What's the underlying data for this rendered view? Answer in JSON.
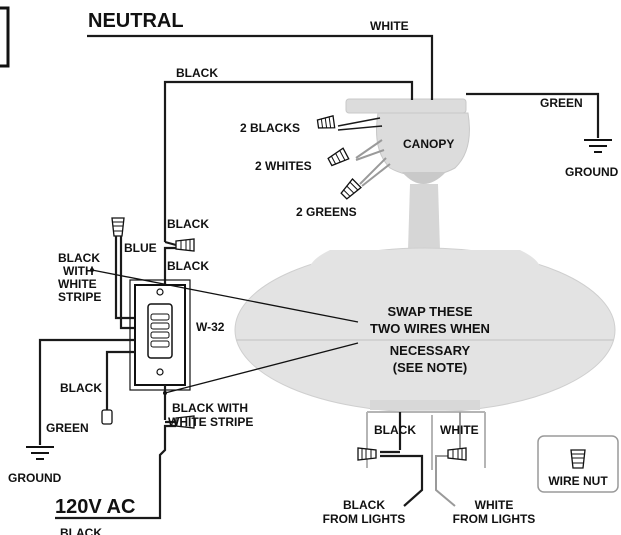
{
  "labels": {
    "neutral": "NEUTRAL",
    "white_top": "WHITE",
    "black_top": "BLACK",
    "green_right": "GREEN",
    "ground_right": "GROUND",
    "two_blacks": "2 BLACKS",
    "two_whites": "2 WHITES",
    "two_greens": "2 GREENS",
    "canopy": "CANOPY",
    "black_upper": "BLACK",
    "blue": "BLUE",
    "black_lower_upper": "BLACK",
    "bws_1": "BLACK",
    "bws_2": "WITH",
    "bws_3": "WHITE",
    "bws_4": "STRIPE",
    "w32": "W-32",
    "black_left": "BLACK",
    "green_left": "GREEN",
    "ground_left": "GROUND",
    "black_with_white_stripe_1": "BLACK WITH",
    "black_with_white_stripe_2": "WHITE STRIPE",
    "ac": "120V AC",
    "black_bottom": "BLACK",
    "light_black": "BLACK",
    "light_white": "WHITE",
    "from_lights_black_1": "BLACK",
    "from_lights_black_2": "FROM LIGHTS",
    "from_lights_white_1": "WHITE",
    "from_lights_white_2": "FROM LIGHTS",
    "wire_nut": "WIRE NUT"
  },
  "note": {
    "line1": "SWAP THESE",
    "line2": "TWO WIRES WHEN",
    "line3": "NECESSARY",
    "line4": "(SEE NOTE)"
  },
  "colors": {
    "fan_fill": "#e3e3e3",
    "canopy_fill": "#dcdcdc",
    "downrod_fill": "#d6d6d6",
    "wire_black": "#1a1a1a",
    "wire_gray": "#9a9a9a"
  }
}
